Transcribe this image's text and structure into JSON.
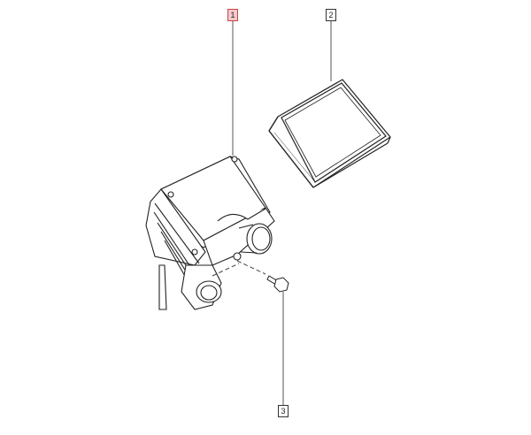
{
  "diagram": {
    "callouts": [
      {
        "label": "1",
        "part": "air-filter-housing",
        "highlighted": true
      },
      {
        "label": "2",
        "part": "air-filter-element",
        "highlighted": false
      },
      {
        "label": "3",
        "part": "bolt",
        "highlighted": false
      }
    ],
    "colors": {
      "line": "#333333",
      "highlight_fill": "#f6c9cc",
      "highlight_border": "#cc4444"
    }
  }
}
